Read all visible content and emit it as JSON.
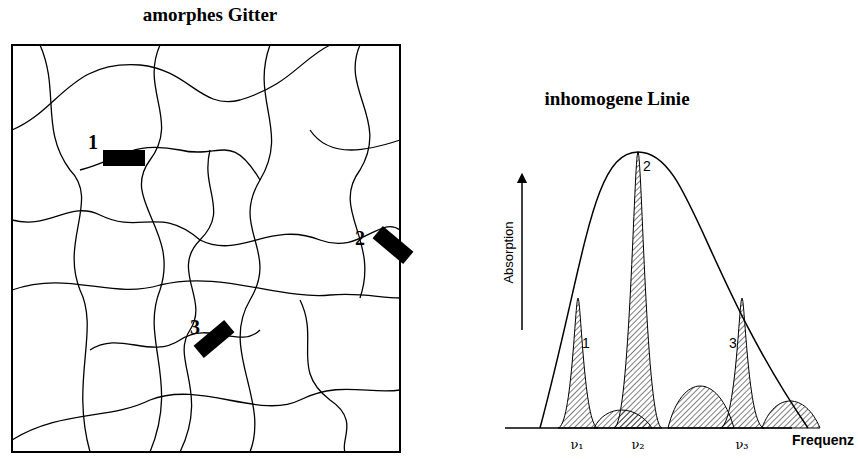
{
  "diagram": {
    "labels": [
      "amorphes Gitter",
      "1",
      "2",
      "3",
      "inhomogene Linie",
      "Absorption",
      "1",
      "2",
      "3",
      "ν₁",
      "ν₂",
      "ν₃",
      "Frequenz"
    ]
  }
}
